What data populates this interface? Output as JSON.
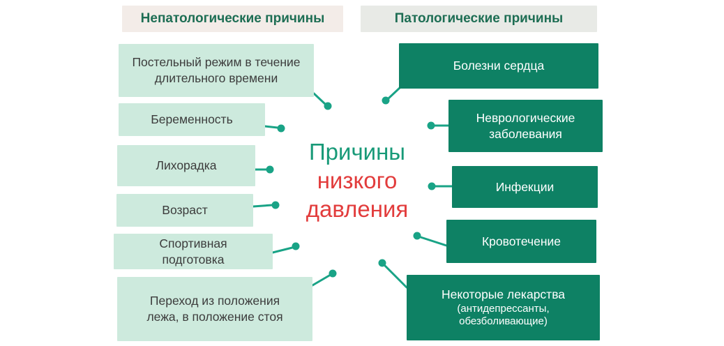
{
  "title": {
    "line1": "Причины",
    "line2": "низкого",
    "line3": "давления"
  },
  "headers": {
    "left": "Непатологические причины",
    "right": "Патологические причины"
  },
  "left_column": {
    "heading": "Непатологические причины",
    "items": [
      {
        "label": "Постельный режим в течение длительного времени"
      },
      {
        "label": "Беременность"
      },
      {
        "label": "Лихорадка"
      },
      {
        "label": "Возраст"
      },
      {
        "label": "Спортивная подготовка"
      },
      {
        "label": "Переход из положения лежа, в положение стоя"
      }
    ]
  },
  "right_column": {
    "heading": "Патологические причины",
    "items": [
      {
        "label": "Болезни сердца"
      },
      {
        "label": "Неврологические заболевания"
      },
      {
        "label": "Инфекции"
      },
      {
        "label": "Кровотечение"
      },
      {
        "label": "Некоторые лекарства",
        "sub": "(антидепрессанты, обезболивающие)"
      }
    ]
  },
  "colors": {
    "accent_teal": "#19a386",
    "dark_green_box": "#0e8164",
    "light_mint_box": "#cdeadd",
    "title_green": "#189a78",
    "title_red": "#e23c3c",
    "header_text_green": "#1e6e54",
    "header_left_bg": "#f3ece8",
    "header_right_bg": "#e8eae6"
  }
}
